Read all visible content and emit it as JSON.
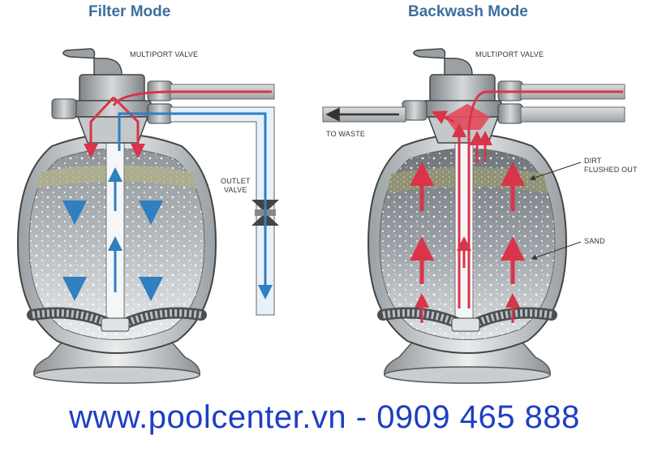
{
  "titles": {
    "filter_mode": "Filter Mode",
    "backwash_mode": "Backwash Mode"
  },
  "labels": {
    "multiport_valve_left": "MULTIPORT VALVE",
    "multiport_valve_right": "MULTIPORT VALVE",
    "outlet_valve_line1": "OUTLET",
    "outlet_valve_line2": "VALVE",
    "to_waste": "TO WASTE",
    "dirt_line1": "DIRT",
    "dirt_line2": "FLUSHED OUT",
    "sand": "SAND"
  },
  "footer": {
    "text": "www.poolcenter.vn - 0909 465 888"
  },
  "colors": {
    "title": "#3d6f9e",
    "footer": "#1e3fc2",
    "flow_red": "#d9344a",
    "flow_blue": "#2f7fc1"
  }
}
